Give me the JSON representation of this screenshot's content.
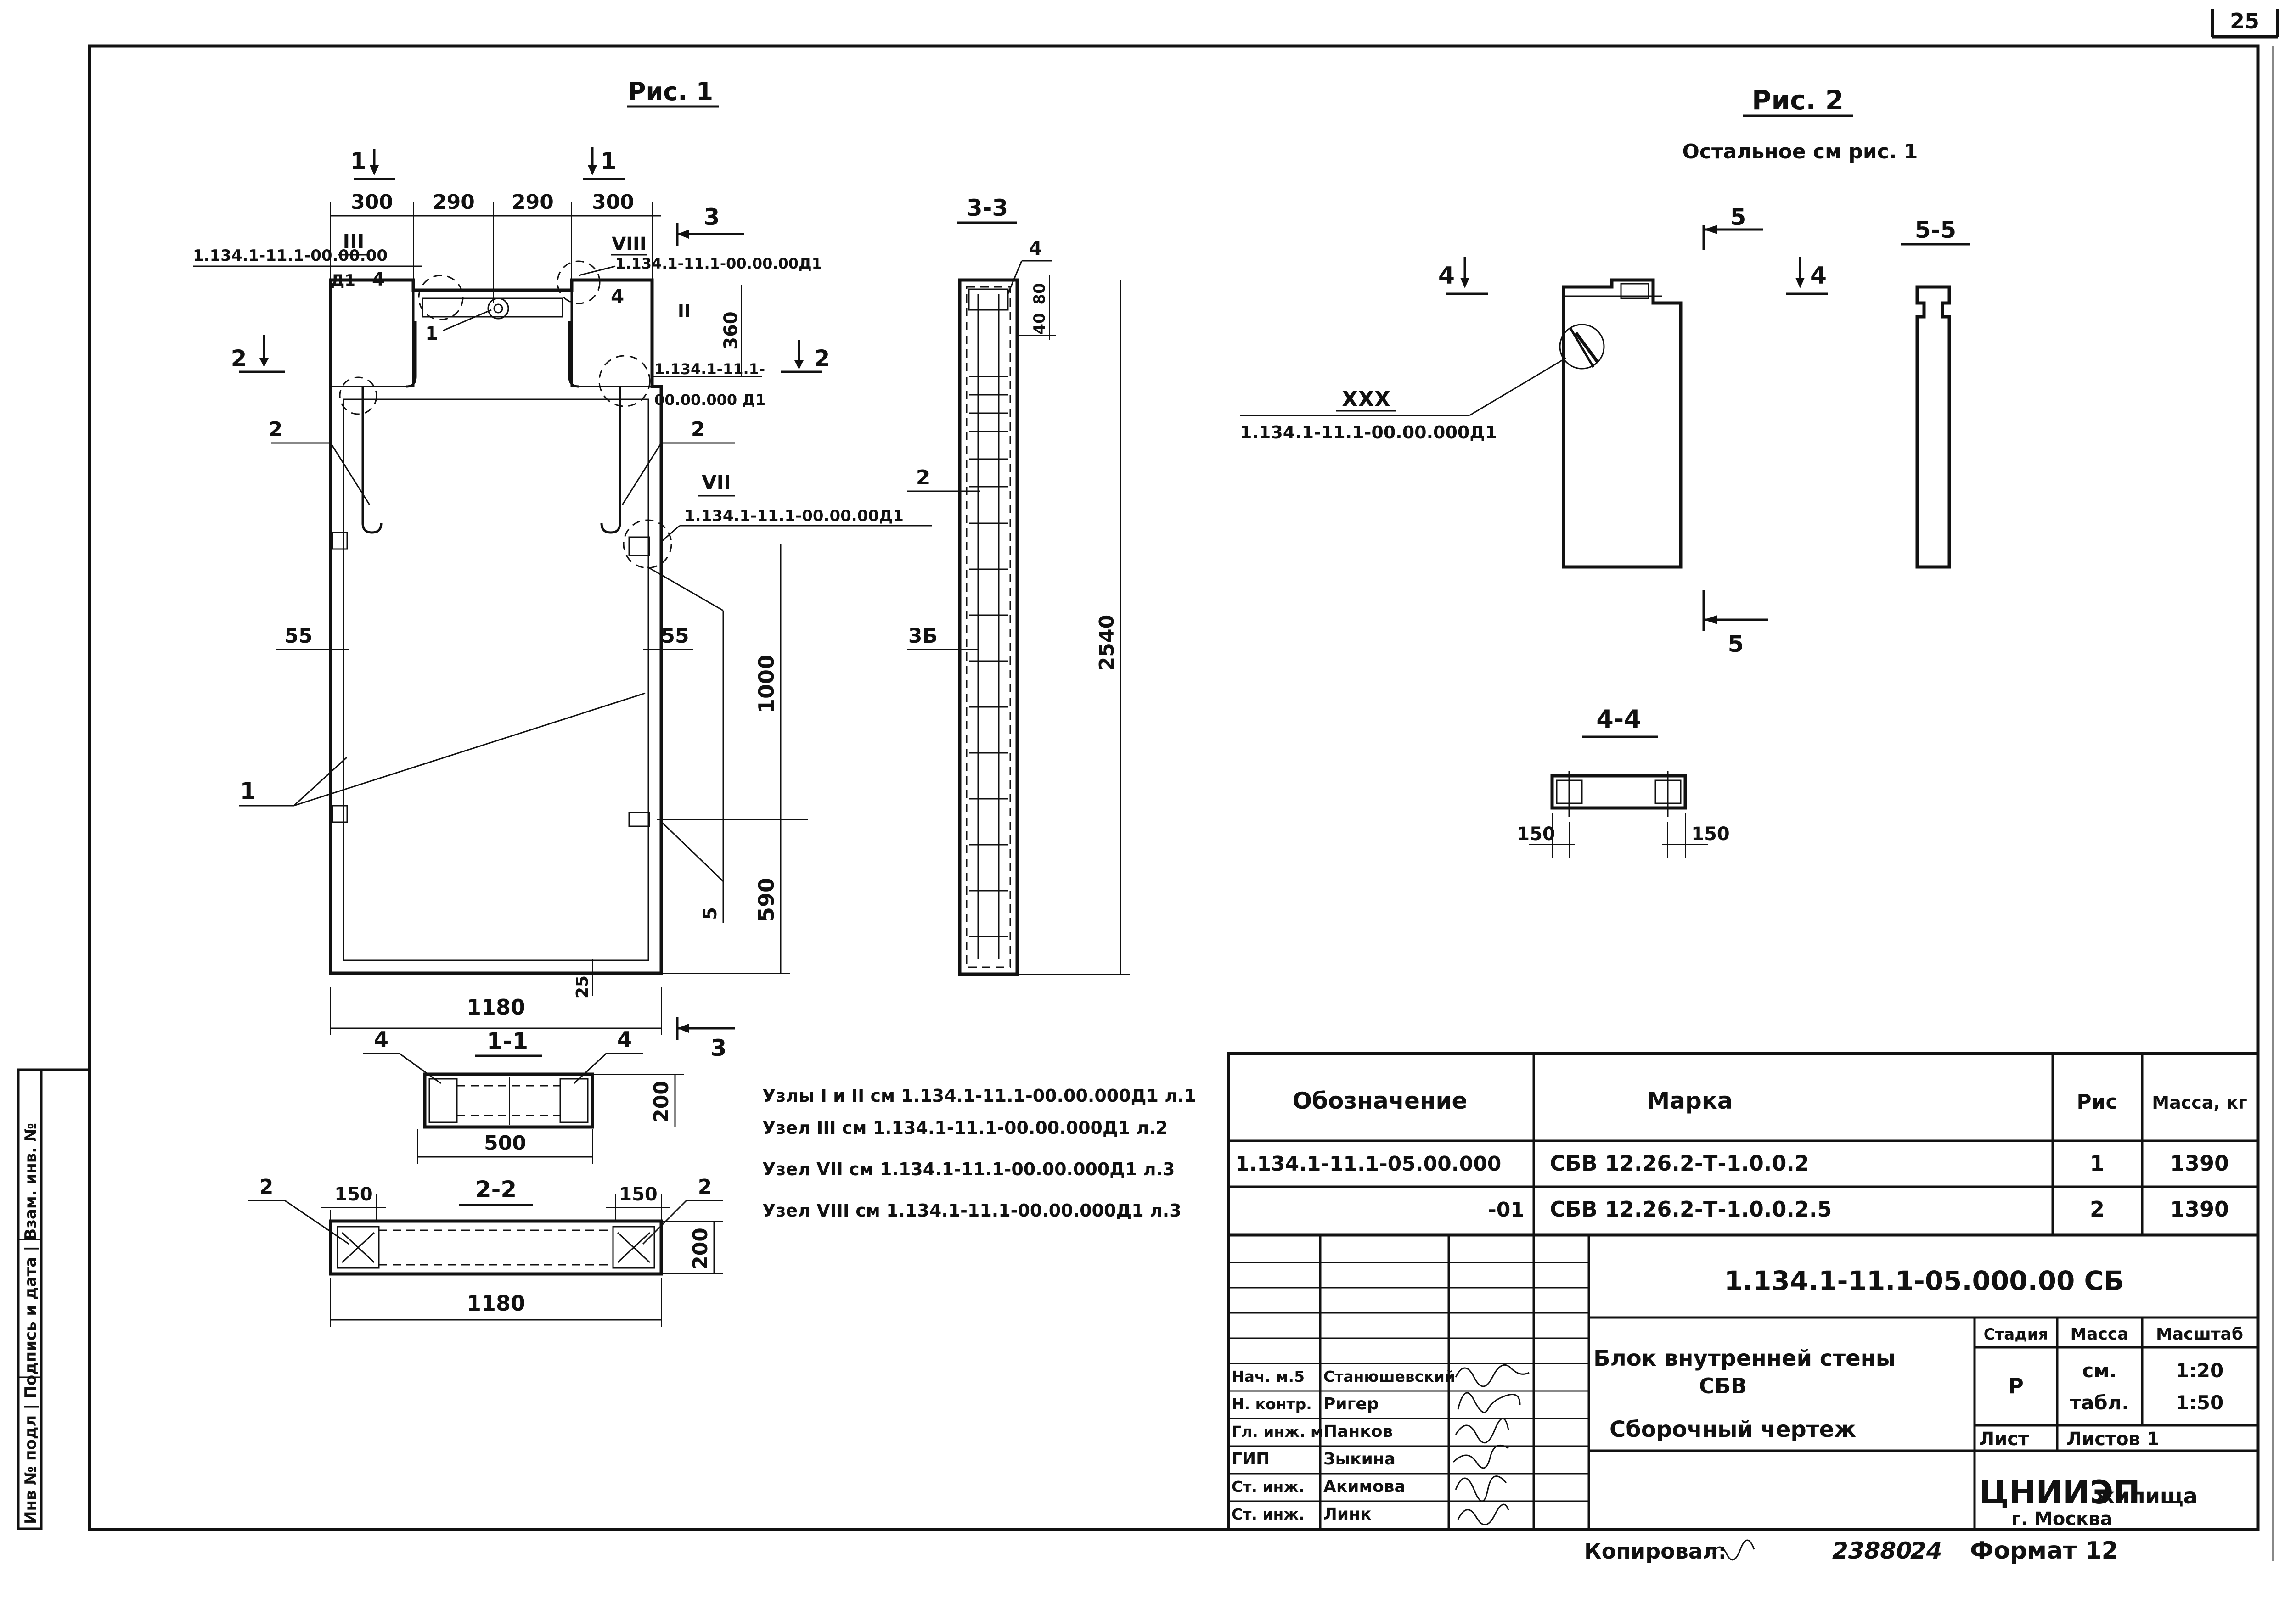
{
  "page_number": "25",
  "fig1": {
    "title": "Рис. 1",
    "sec_1_top": "1",
    "sec_1_top_r": "1",
    "sec_2_l": "2",
    "sec_2_r": "2",
    "sec_3_top": "3",
    "sec_3_bottom": "3",
    "dim_300_l": "300",
    "dim_290_l": "290",
    "dim_290_r": "290",
    "dim_300_r": "300",
    "dim_360": "360",
    "dim_55_l": "55",
    "dim_55_r": "55",
    "dim_1000": "1000",
    "dim_590": "590",
    "dim_25": "25",
    "dim_1180": "1180",
    "node_III": "III",
    "node_VIII": "VIII",
    "node_II": "II",
    "node_VII": "VII",
    "ref_III": "1.134.1-11.1-00.00.00",
    "ref_III_b": "Д1",
    "ref_VIII": "1.134.1-11.1-00.00.00Д1",
    "ref_II_a": "1.134.1-11.1-",
    "ref_II_b": "00.00.000 Д1",
    "ref_VII": "1.134.1-11.1-00.00.00Д1",
    "pos_4_l": "4",
    "pos_4_r": "4",
    "pos_1_top": "1",
    "pos_2_l": "2",
    "pos_2_r": "2",
    "pos_1_main": "1",
    "pos_5": "5"
  },
  "sec33": {
    "title": "3-3",
    "pos_4": "4",
    "dim_80": "80",
    "dim_40": "40",
    "dim_2540": "2540",
    "pos_2": "2",
    "pos_3B": "3Б"
  },
  "sec11": {
    "title": "1-1",
    "pos_4_l": "4",
    "pos_4_r": "4",
    "dim_200": "200",
    "dim_500": "500"
  },
  "sec22": {
    "title": "2-2",
    "pos_2_l": "2",
    "pos_2_r": "2",
    "dim_150_l": "150",
    "dim_150_r": "150",
    "dim_200": "200",
    "dim_1180": "1180"
  },
  "notes": [
    "Узлы I и II см 1.134.1-11.1-00.00.000Д1 л.1",
    "Узел III см 1.134.1-11.1-00.00.000Д1 л.2",
    "Узел VII см 1.134.1-11.1-00.00.000Д1 л.3",
    "Узел VIII см 1.134.1-11.1-00.00.000Д1 л.3"
  ],
  "fig2": {
    "title": "Рис. 2",
    "subtitle": "Остальное см рис. 1",
    "sec_4_l": "4",
    "sec_4_r": "4",
    "sec_5_top": "5",
    "sec_5_bottom": "5",
    "node_XXX": "XXX",
    "ref_XXX": "1.134.1-11.1-00.00.000Д1"
  },
  "sec55": {
    "title": "5-5"
  },
  "sec44": {
    "title": "4-4",
    "dim_150_l": "150",
    "dim_150_r": "150"
  },
  "spec": {
    "headers": [
      "Обозначение",
      "Марка",
      "Рис",
      "Масса, кг"
    ],
    "rows": [
      [
        "1.134.1-11.1-05.00.000",
        "СБВ 12.26.2-Т-1.0.0.2",
        "1",
        "1390"
      ],
      [
        "-01",
        "СБВ 12.26.2-Т-1.0.0.2.5",
        "2",
        "1390"
      ]
    ]
  },
  "titleblock": {
    "designation": "1.134.1-11.1-05.000.00 СБ",
    "name_1": "Блок внутренней стены",
    "name_2": "СБВ",
    "name_3": "Сборочный чертеж",
    "col_stage": "Стадия",
    "col_mass": "Масса",
    "col_scale": "Масштаб",
    "stage": "Р",
    "mass_1": "см.",
    "mass_2": "табл.",
    "scale_1": "1:20",
    "scale_2": "1:50",
    "sheet": "Лист",
    "sheets": "Листов 1",
    "org_1": "ЦНИИЭП",
    "org_2": "жилища",
    "org_3": "г. Москва",
    "roles": [
      [
        "Нач. м.5",
        "Станюшевский"
      ],
      [
        "Н. контр.",
        "Ригер"
      ],
      [
        "Гл. инж. м",
        "Панков"
      ],
      [
        "ГИП",
        "Зыкина"
      ],
      [
        "Ст. инж.",
        "Акимова"
      ],
      [
        "Ст. инж.",
        "Линк"
      ]
    ]
  },
  "footer": {
    "copied": "Копировал:",
    "order": "23880",
    "order_suffix": "24",
    "format": "Формат 12"
  },
  "side_strip": "Инв № подл | Подпись и дата | Взам. инв. №"
}
